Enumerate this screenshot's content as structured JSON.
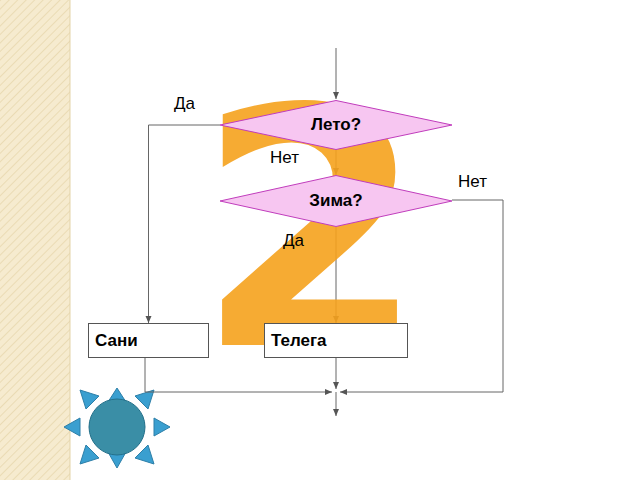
{
  "diagram": {
    "nodes": [
      {
        "text": [
          "Лето?"
        ]
      },
      {
        "text": [
          "Зима?"
        ]
      },
      {
        "text": [
          "Сани"
        ]
      },
      {
        "text": [
          "Телега"
        ]
      }
    ],
    "edges": [
      {
        "from": 0,
        "to": 2,
        "arrow": "to",
        "label": "Да"
      },
      {
        "from": 0,
        "to": 1,
        "arrow": "to",
        "label": "Нет"
      },
      {
        "from": 1,
        "to": 3,
        "arrow": "to",
        "label": "Да"
      }
    ],
    "labels": [
      "Нет",
      "2"
    ]
  }
}
